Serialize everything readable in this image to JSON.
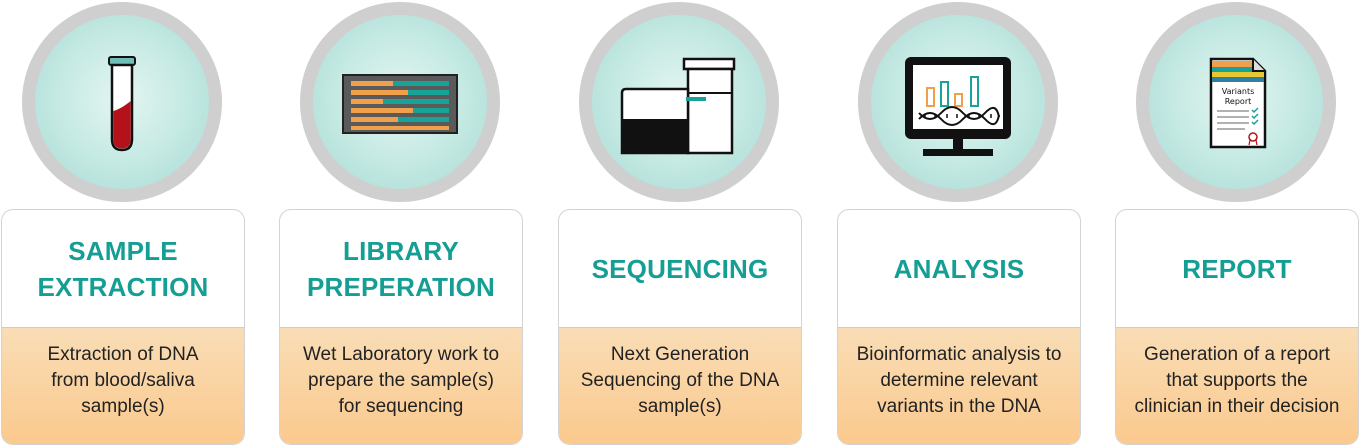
{
  "steps": [
    {
      "title": "SAMPLE\nEXTRACTION",
      "description": "Extraction of DNA\nfrom blood/saliva\nsample(s)",
      "icon": "test-tube-icon"
    },
    {
      "title": "LIBRARY\nPREPERATION",
      "description": "Wet Laboratory work to\nprepare the sample(s)\nfor sequencing",
      "icon": "flow-cell-icon"
    },
    {
      "title": "SEQUENCING",
      "description": "Next Generation\nSequencing of the DNA\nsample(s)",
      "icon": "sequencer-icon"
    },
    {
      "title": "ANALYSIS",
      "description": "Bioinformatic analysis to\ndetermine relevant\nvariants in the DNA",
      "icon": "monitor-dna-icon"
    },
    {
      "title": "REPORT",
      "description": "Generation of a report\nthat supports the\nclinician in their decision",
      "icon": "variants-report-icon"
    }
  ],
  "report_icon_text": [
    "Variants",
    "Report"
  ],
  "colors": {
    "title_teal": "#159e94",
    "circle_ring": "#cfcfcf",
    "circle_fill": "#bfe6df",
    "desc_fill": "#fbd3a3",
    "blood_red": "#b3121b",
    "orange": "#f0a04b",
    "teal_bar": "#17a398"
  }
}
